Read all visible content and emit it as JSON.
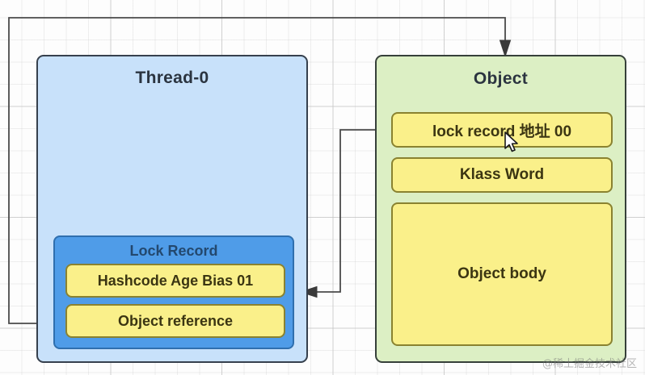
{
  "diagram": {
    "title_thread": "Thread-0",
    "title_object": "Object",
    "thread": {
      "lock_record": {
        "title": "Lock Record",
        "rows": [
          {
            "label": "Hashcode Age Bias 01"
          },
          {
            "label": "Object reference"
          }
        ]
      }
    },
    "object": {
      "rows": [
        {
          "label": "lock record 地址 00"
        },
        {
          "label": "Klass Word"
        },
        {
          "label": "Object body"
        }
      ]
    },
    "connectors": [
      {
        "name": "object-reference-to-object",
        "from": "Object reference",
        "to": "Object"
      },
      {
        "name": "lock-record-to-lock-record-row",
        "from": "lock record 地址 00",
        "to": "Lock Record"
      }
    ],
    "colors": {
      "thread_fill": "#c8e1fa",
      "thread_border": "#36404d",
      "lock_record_fill": "#4f9ce8",
      "lock_record_border": "#2f6fae",
      "object_fill": "#dcefc4",
      "object_border": "#36403a",
      "row_fill": "#faf08a",
      "row_border": "#8a8230",
      "connector": "#4a4a4a"
    }
  },
  "watermark": {
    "text": "@稀土掘金技术社区"
  },
  "cursor": {
    "name": "mouse-pointer"
  }
}
